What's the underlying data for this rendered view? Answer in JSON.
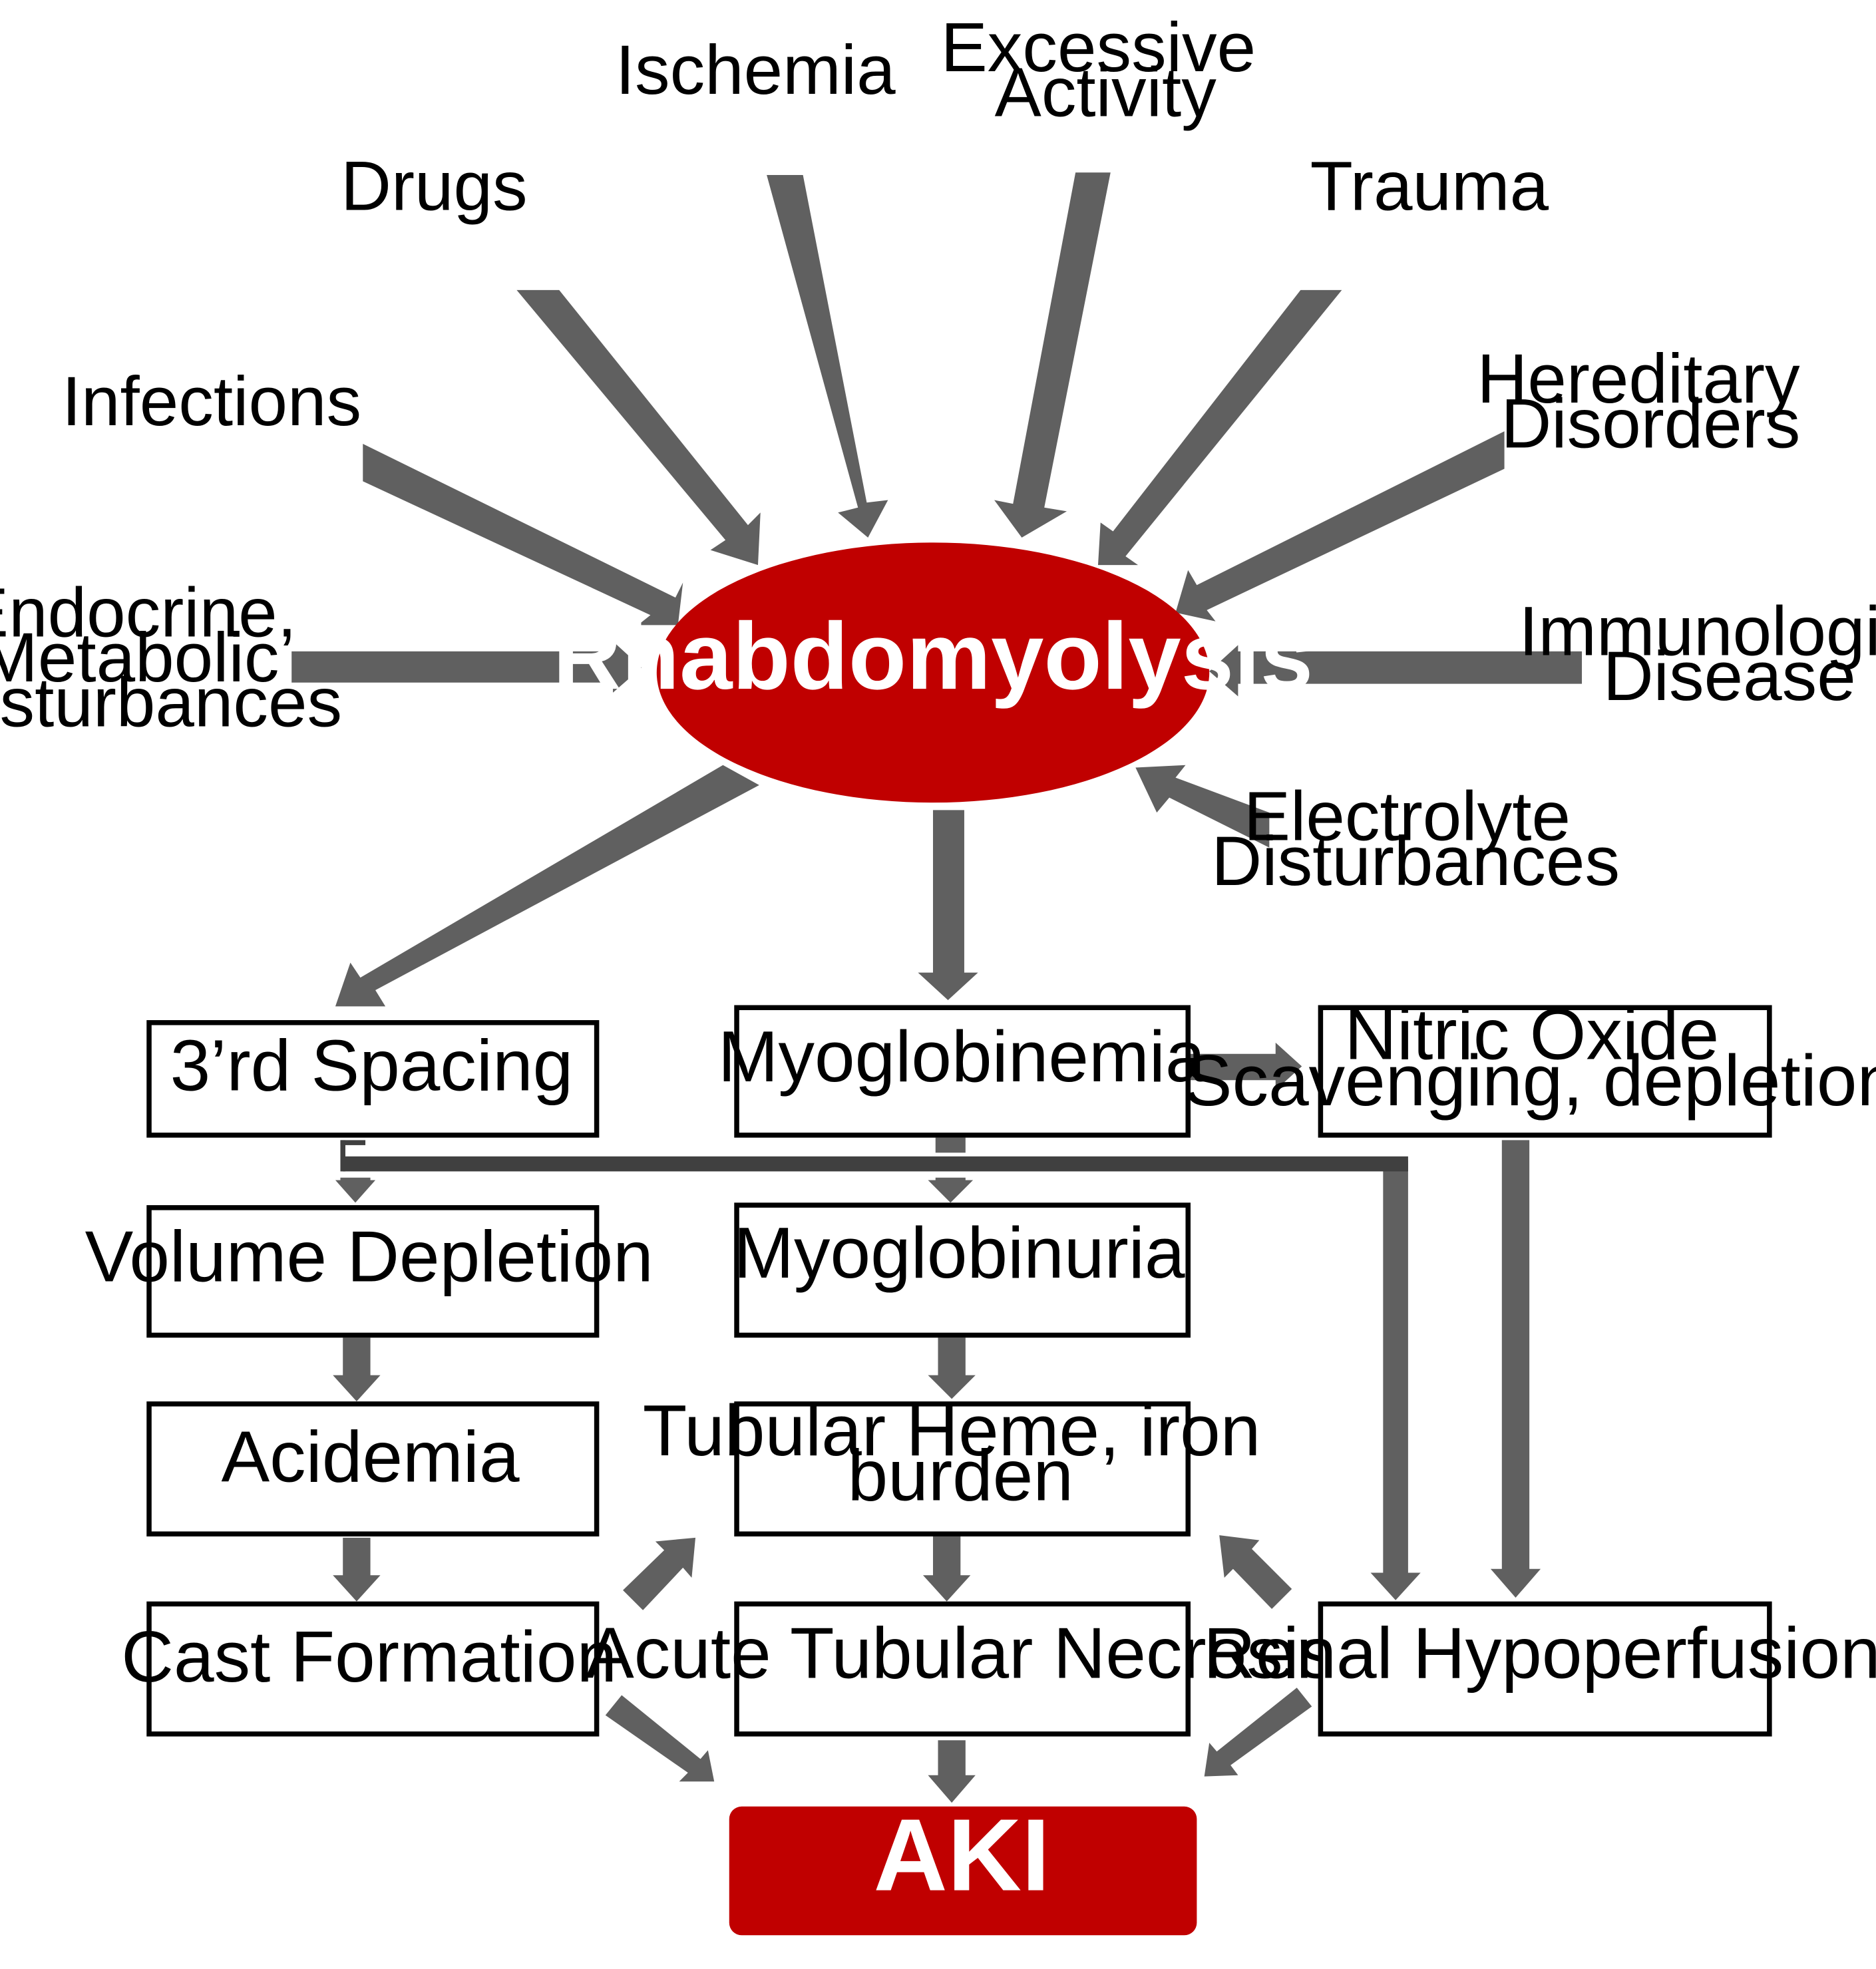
{
  "colors": {
    "accent_red": "#C00000",
    "arrow_gray": "#606060",
    "box_border": "#000000",
    "text": "#000000",
    "center_text": "#ffffff"
  },
  "center": {
    "label": "Rhabdomyolysis"
  },
  "causes": {
    "ischemia": [
      "Ischemia"
    ],
    "excessive_activity": [
      "Excessive",
      "Activity"
    ],
    "drugs": [
      "Drugs"
    ],
    "trauma": [
      "Trauma"
    ],
    "infections": [
      "Infections"
    ],
    "hereditary_disorders": [
      "Hereditary",
      "Disorders"
    ],
    "endocrine_metabolic": [
      "Endocrine,",
      "Metabolic",
      "Disturbances"
    ],
    "immunologic_disease": [
      "Immunologic",
      "Disease"
    ],
    "electrolyte_disturbances": [
      "Electrolyte",
      "Disturbances"
    ]
  },
  "boxes": {
    "third_spacing": [
      "3’rd Spacing"
    ],
    "myoglobinemia": [
      "Myoglobinemia"
    ],
    "nitric_oxide": [
      "Nitric Oxide",
      "Scavenging, depletion"
    ],
    "volume_depletion": [
      "Volume  Depletion"
    ],
    "myoglobinuria": [
      "Myoglobinuria"
    ],
    "acidemia": [
      "Acidemia"
    ],
    "tubular_heme": [
      "Tubular Heme, iron",
      "burden"
    ],
    "cast_formation": [
      "Cast Formation"
    ],
    "acute_tubular_necrosis": [
      "Acute Tubular  Necrosis"
    ],
    "renal_hypoperfusion": [
      "Renal Hypoperfusion"
    ]
  },
  "outcome": {
    "label": "AKI"
  }
}
